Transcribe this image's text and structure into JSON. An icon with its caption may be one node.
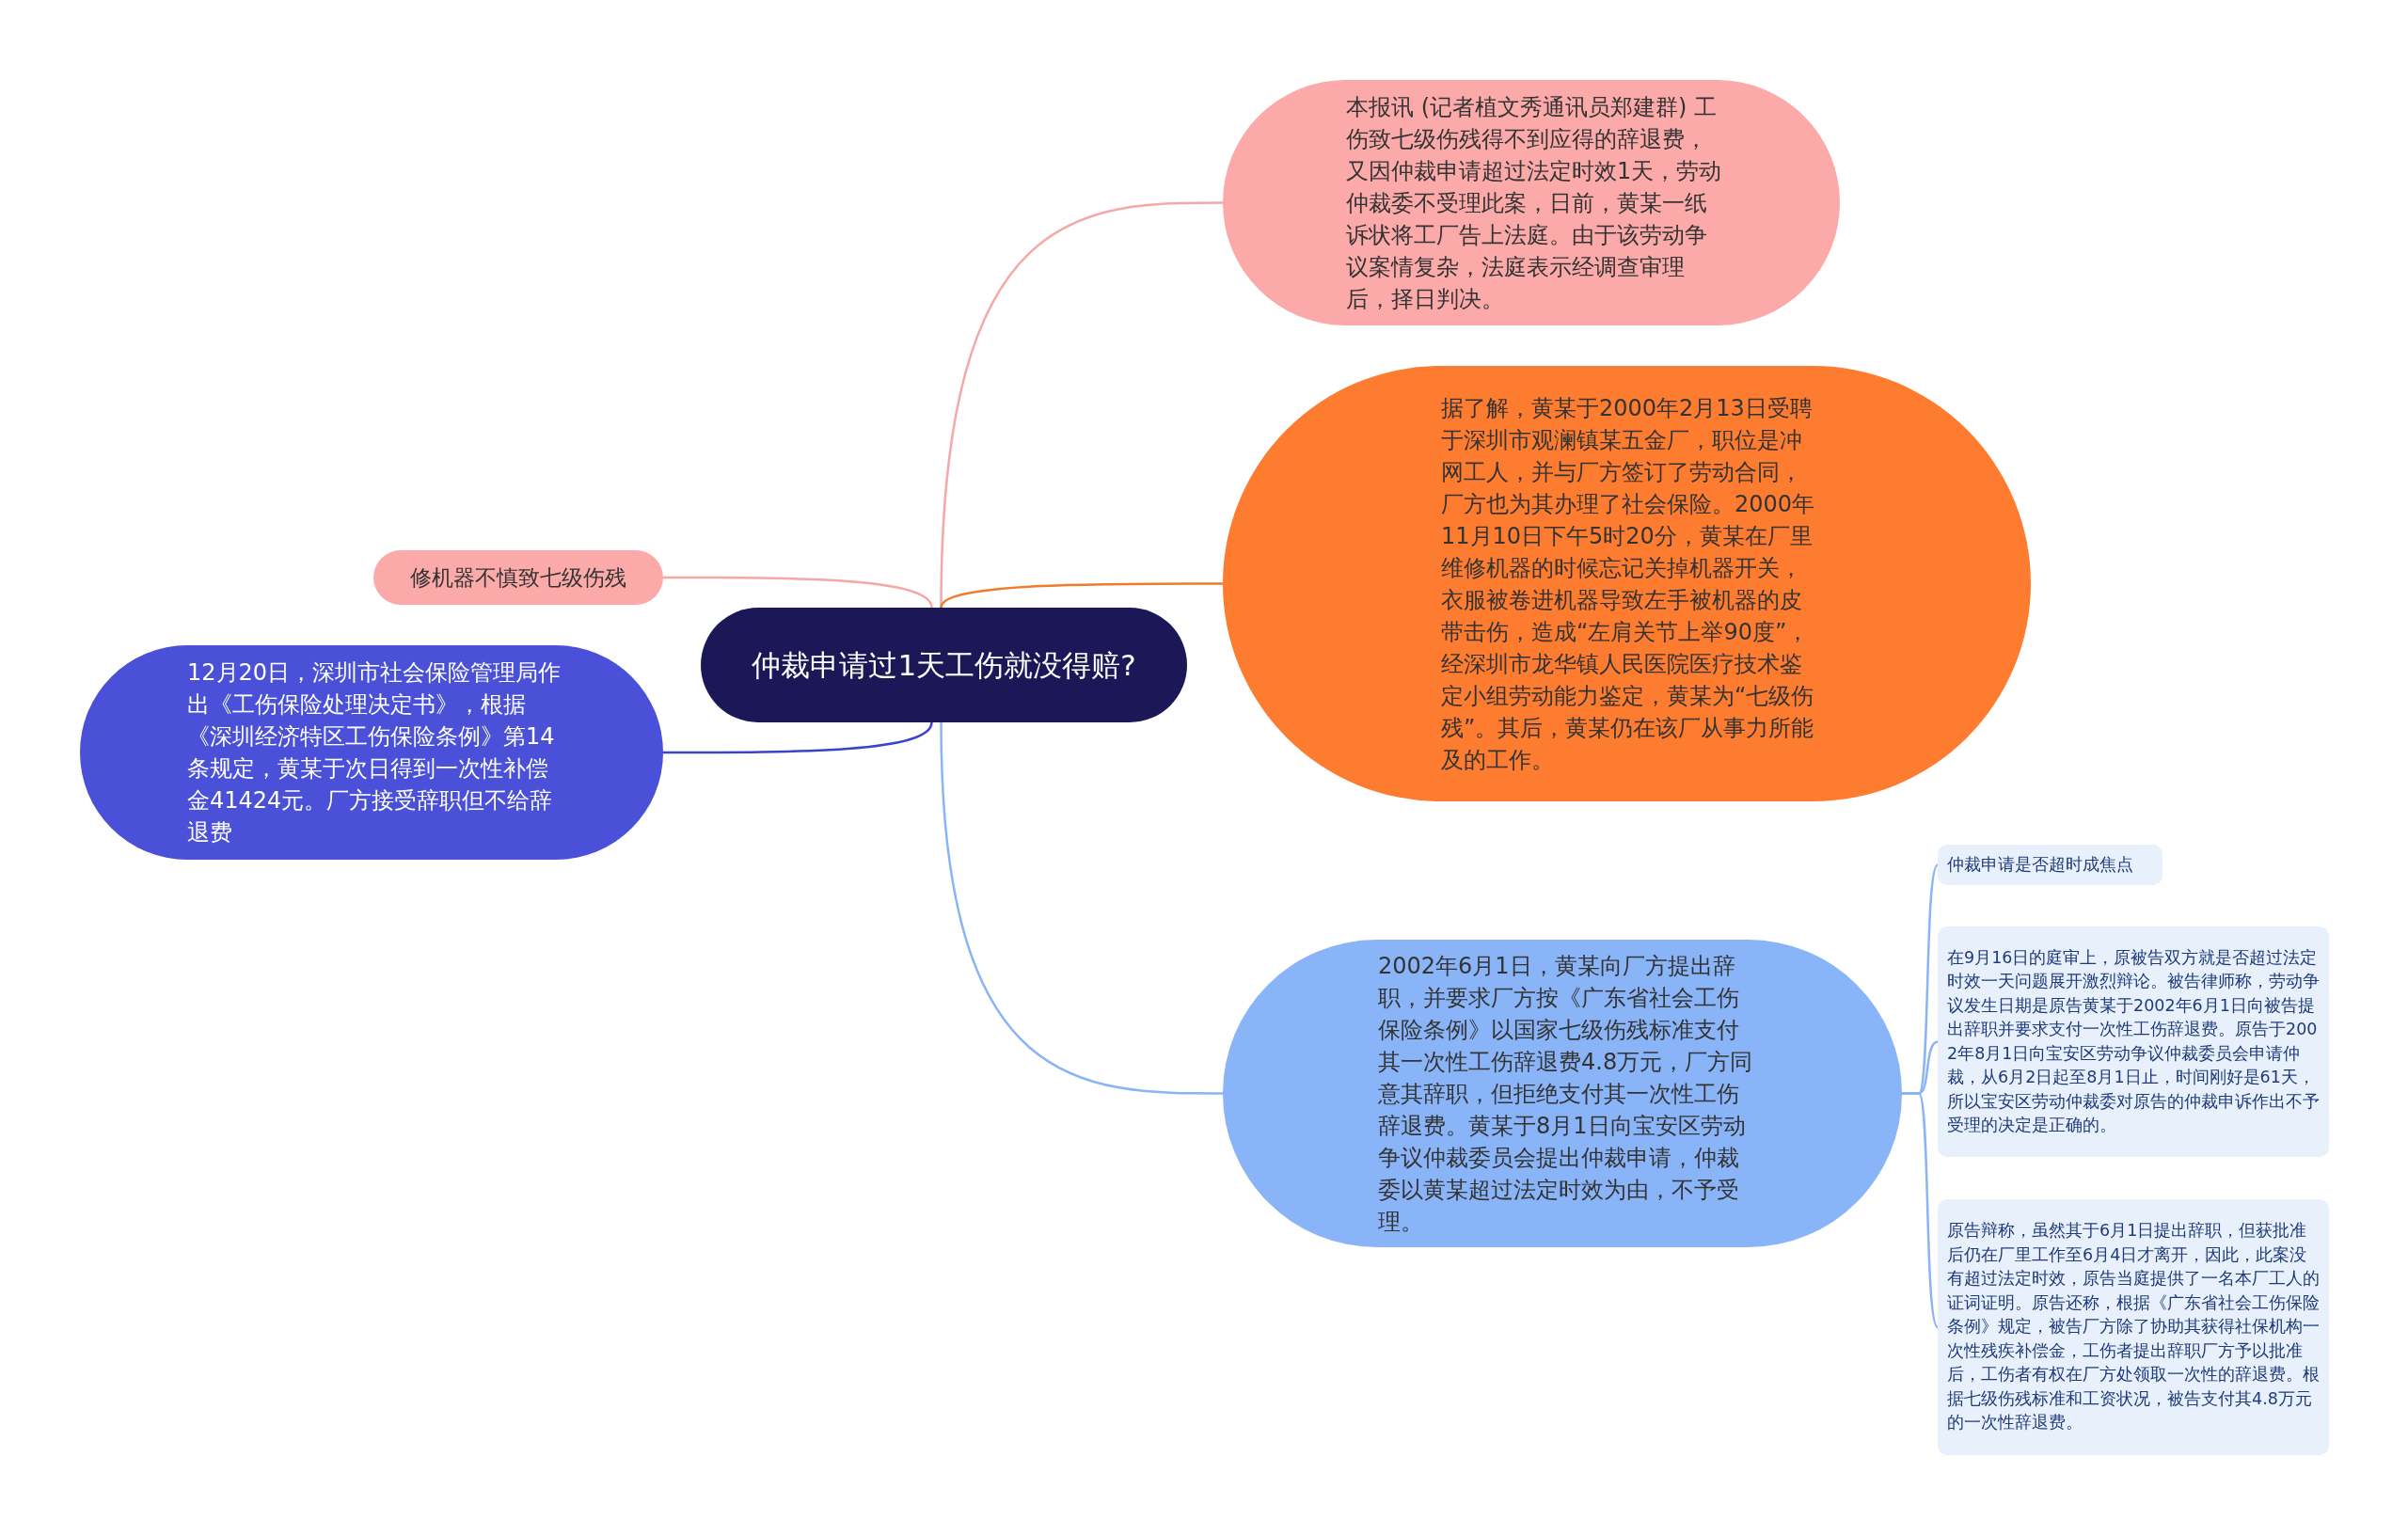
{
  "diagram": {
    "nodes": [
      {
        "text": [
          "仲裁申请过1天工伤就没得赔?"
        ]
      },
      {
        "text": [
          "本报讯 (记者植文秀通讯员郑建群) 工伤致七级伤残得不到应得的辞退费，又因仲裁申请超过法定时效1天，劳动仲裁委不受理此案，日前，黄某一纸诉状将工厂告上法庭。由于该劳动争议案情复杂，法庭表示经调查审理后，择日判决。"
        ]
      },
      {
        "text": [
          "据了解，黄某于2000年2月13日受聘于深圳市观澜镇某五金厂，职位是冲网工人，并与厂方签订了劳动合同，厂方也为其办理了社会保险。2000年11月10日下午5时20分，黄某在厂里维修机器的时候忘记关掉机器开关，衣服被卷进机器导致左手被机器的皮带击伤，造成“左肩关节上举90度”，经深圳市龙华镇人民医院医疗技术鉴定小组劳动能力鉴定，黄某为“七级伤残”。其后，黄某仍在该厂从事力所能及的工作。"
        ]
      },
      {
        "text": [
          "修机器不慎致七级伤残"
        ]
      },
      {
        "text": [
          "12月20日，深圳市社会保险管理局作出《工伤保险处理决定书》，根据《深圳经济特区工伤保险条例》第14条规定，黄某于次日得到一次性补偿金41424元。厂方接受辞职但不给辞退费"
        ]
      },
      {
        "text": [
          "2002年6月1日，黄某向厂方提出辞职，并要求厂方按《广东省社会工伤保险条例》以国家七级伤残标准支付其一次性工伤辞退费4.8万元，厂方同意其辞职，但拒绝支付其一次性工伤辞退费。黄某于8月1日向宝安区劳动争议仲裁委员会提出仲裁申请，仲裁委以黄某超过法定时效为由，不予受理。"
        ]
      },
      {
        "text": [
          "仲裁申请是否超时成焦点"
        ]
      },
      {
        "text": [
          "在9月16日的庭审上，原被告双方就是否超过法定时效一天问题展开激烈辩论。被告律师称，劳动争议发生日期是原告黄某于2002年6月1日向被告提出辞职并要求支付一次性工伤辞退费。原告于2002年8月1日向宝安区劳动争议仲裁委员会申请仲裁，从6月2日起至8月1日止，时间刚好是61天，所以宝安区劳动仲裁委对原告的仲裁申诉作出不予受理的决定是正确的。"
        ]
      },
      {
        "text": [
          "原告辩称，虽然其于6月1日提出辞职，但获批准后仍在厂里工作至6月4日才离开，因此，此案没有超过法定时效，原告当庭提供了一名本厂工人的证词证明。原告还称，根据《广东省社会工伤保险条例》规定，被告厂方除了协助其获得社保机构一次性残疾补偿金，工伤者提出辞职厂方予以批准后，工伤者有权在厂方处领取一次性的辞退费。根据七级伤残标准和工资状况，被告支付其4.8万元的一次性辞退费。"
        ]
      }
    ],
    "edges": [
      {
        "from": 0,
        "to": 1,
        "arrow": "none",
        "color": "#f4a9a6"
      },
      {
        "from": 0,
        "to": 2,
        "arrow": "none",
        "color": "#f07a2e"
      },
      {
        "from": 0,
        "to": 3,
        "arrow": "none",
        "color": "#f4a9a6"
      },
      {
        "from": 0,
        "to": 4,
        "arrow": "none",
        "color": "#3a44c8"
      },
      {
        "from": 0,
        "to": 5,
        "arrow": "none",
        "color": "#8ab4f8"
      },
      {
        "from": 5,
        "to": 6,
        "arrow": "none",
        "color": "#8ab4f8"
      },
      {
        "from": 5,
        "to": 7,
        "arrow": "none",
        "color": "#8ab4f8"
      },
      {
        "from": 5,
        "to": 8,
        "arrow": "none",
        "color": "#8ab4f8"
      }
    ]
  }
}
